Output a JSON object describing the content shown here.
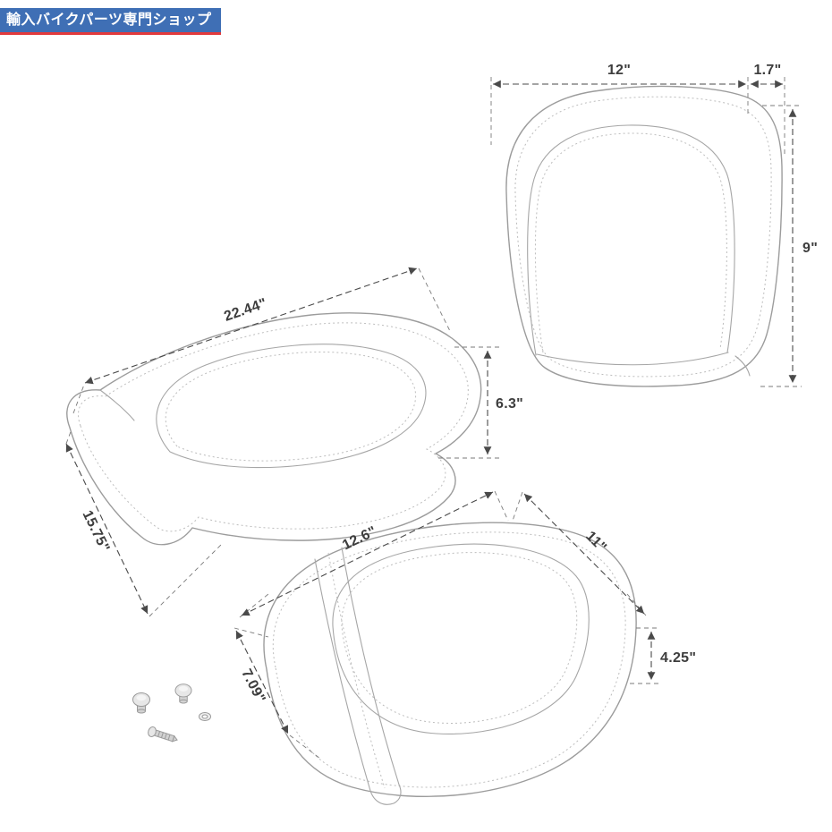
{
  "shop_badge": {
    "label": "輸入バイクパーツ専門ショップ"
  },
  "colors": {
    "badge_bg": "#3f6fb5",
    "badge_text": "#ffffff",
    "badge_underline": "#e23a3c",
    "line_art": "#a0a0a0",
    "dimension_lines": "#4a4a4a"
  },
  "diagram": {
    "backrest_pad": {
      "dims": {
        "width_top": "12\"",
        "corner_offset": "1.7\"",
        "height": "9\""
      }
    },
    "driver_seat": {
      "dims": {
        "length": "22.44\"",
        "rear_height": "6.3\"",
        "width": "15.75\""
      }
    },
    "passenger_seat": {
      "dims": {
        "length": "12.6\"",
        "width": "11\"",
        "thickness": "4.25\"",
        "front_width": "7.09\""
      }
    }
  }
}
